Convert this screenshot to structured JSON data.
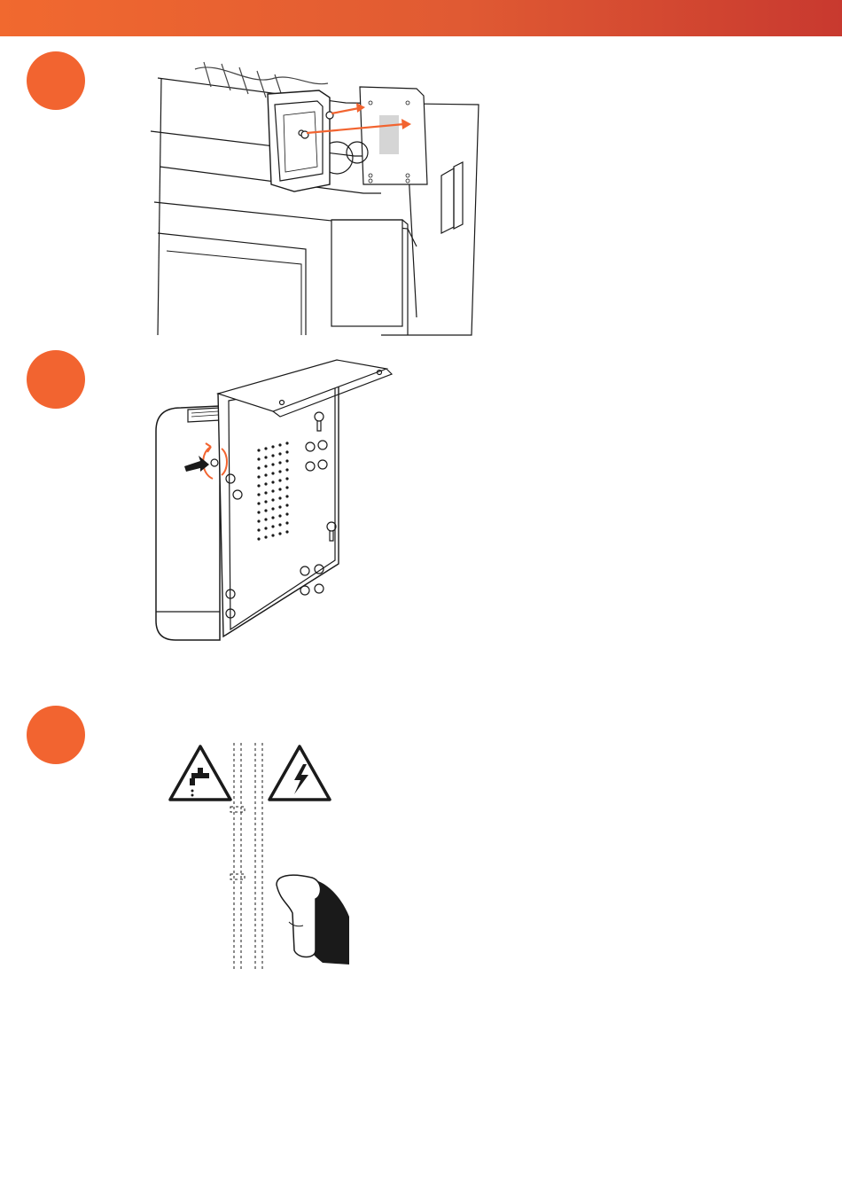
{
  "colors": {
    "accent": "#f26430",
    "bar_start": "#f1692f",
    "bar_end": "#c8392f",
    "line": "#1a1a1a",
    "gray": "#6d6d6d"
  },
  "steps": [
    {
      "illustration": "mount-box-to-display-back"
    },
    {
      "illustration": "mounting-bracket-screw"
    },
    {
      "illustration": "wall-check-warning"
    }
  ],
  "icons": [
    "water-hazard-icon",
    "electric-hazard-icon",
    "stud-detector-icon"
  ]
}
